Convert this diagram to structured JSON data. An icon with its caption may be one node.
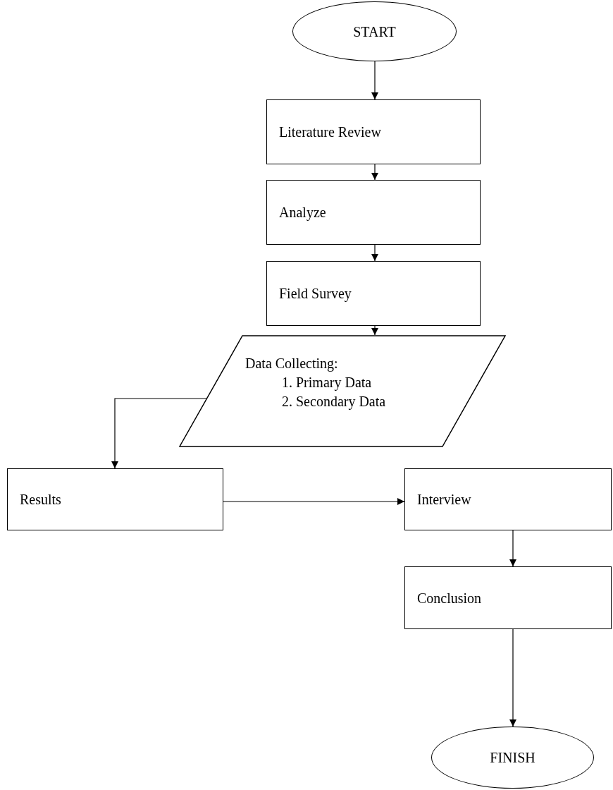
{
  "diagram": {
    "nodes": [
      {
        "text": [
          "START"
        ]
      },
      {
        "text": [
          "Literature Review"
        ]
      },
      {
        "text": [
          "Analyze"
        ]
      },
      {
        "text": [
          "Field Survey"
        ]
      },
      {
        "text": [
          "Data Collecting:",
          "1. Primary Data",
          "2. Secondary Data"
        ]
      },
      {
        "text": [
          "Results"
        ]
      },
      {
        "text": [
          "Interview"
        ]
      },
      {
        "text": [
          "Conclusion"
        ]
      },
      {
        "text": [
          "FINISH"
        ]
      }
    ],
    "edges": [
      {
        "from": 0,
        "to": 1,
        "arrow": "to"
      },
      {
        "from": 1,
        "to": 2,
        "arrow": "to"
      },
      {
        "from": 2,
        "to": 3,
        "arrow": "to"
      },
      {
        "from": 3,
        "to": 4,
        "arrow": "to"
      },
      {
        "from": 4,
        "to": 5,
        "arrow": "to"
      },
      {
        "from": 5,
        "to": 6,
        "arrow": "to"
      },
      {
        "from": 6,
        "to": 7,
        "arrow": "to"
      },
      {
        "from": 7,
        "to": 8,
        "arrow": "to"
      }
    ]
  }
}
